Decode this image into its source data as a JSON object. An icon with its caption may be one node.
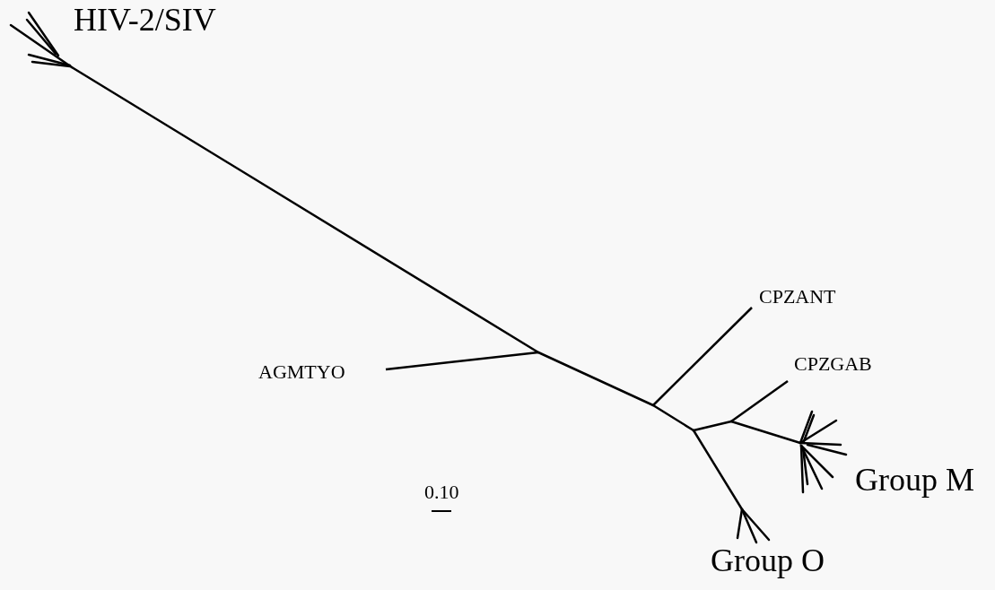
{
  "diagram": {
    "nodes": [
      {
        "text": [
          "HIV-2/SIV"
        ]
      },
      {
        "text": [
          "AGMTYO"
        ]
      },
      {
        "text": [
          "CPZANT"
        ]
      },
      {
        "text": [
          "CPZGAB"
        ]
      },
      {
        "text": [
          "Group M"
        ]
      },
      {
        "text": [
          "Group O"
        ]
      }
    ],
    "edges": [
      {
        "from": null,
        "to": 1,
        "arrow": "none"
      },
      {
        "from": null,
        "to": 2,
        "arrow": "none"
      },
      {
        "from": null,
        "to": 3,
        "arrow": "none"
      }
    ],
    "labels": [
      "0.10"
    ]
  }
}
